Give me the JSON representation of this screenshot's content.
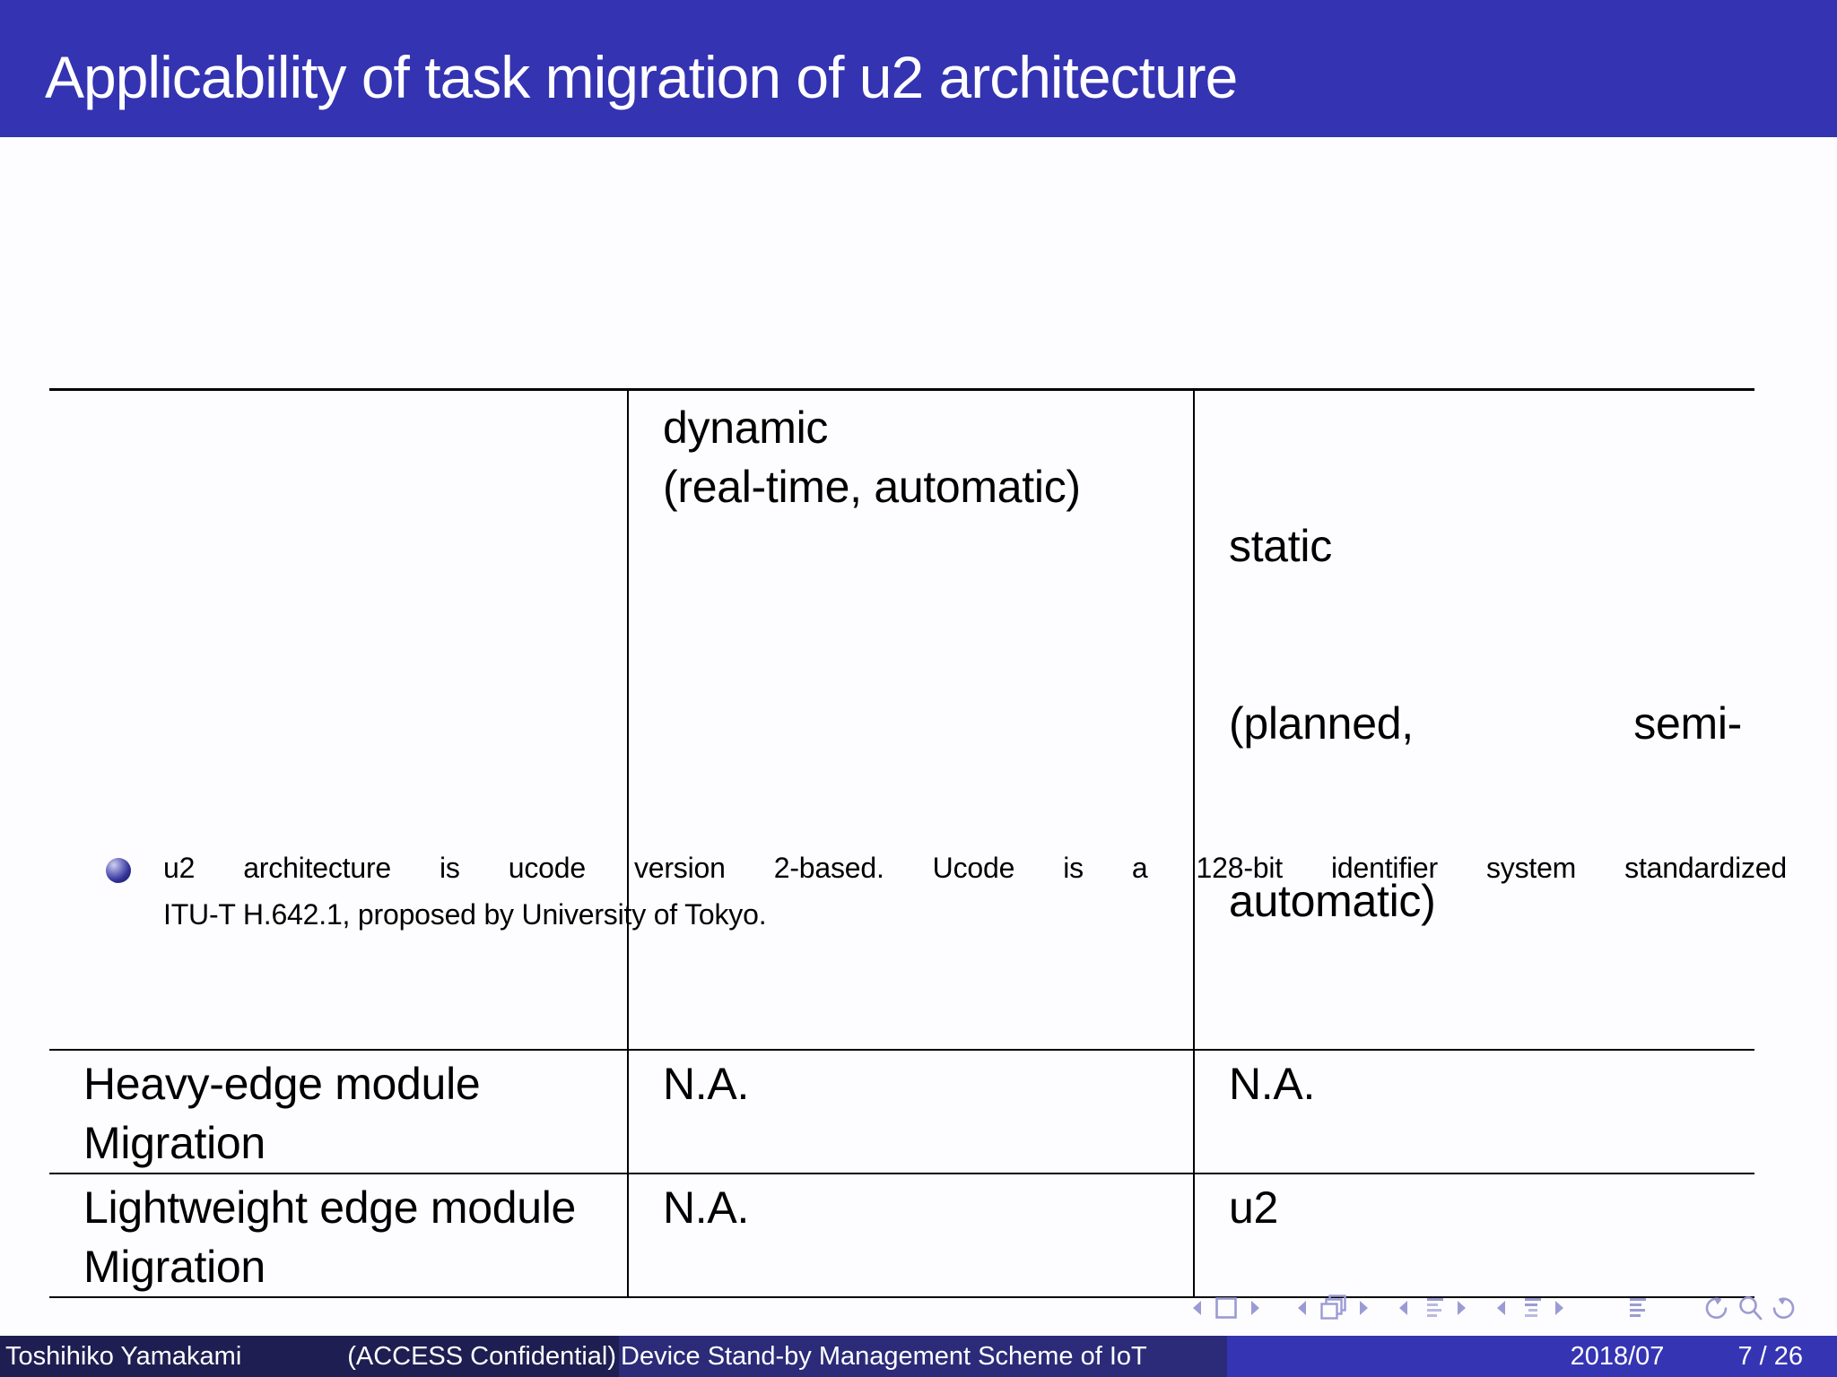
{
  "slide": {
    "title": "Applicability of task migration of u2 architecture"
  },
  "colors": {
    "header_bg": "#3433b2",
    "footer_author_bg": "#1e1e52",
    "footer_title_bg": "#2b2b79",
    "footer_date_bg": "#3534b3",
    "nav_icons": "#9b9bd4",
    "bullet_ball": "#32329a",
    "body_text": "#000000"
  },
  "table": {
    "headers": {
      "row_label": "",
      "dynamic": "dynamic\n(real-time, automatic)",
      "static": {
        "line1": "static",
        "line2_left": "(planned,",
        "line2_right": "semi-",
        "line3": "automatic)"
      }
    },
    "rows": [
      {
        "label": "Heavy-edge module\nMigration",
        "dynamic": "N.A.",
        "static": "N.A."
      },
      {
        "label": "Lightweight edge module\nMigration",
        "dynamic": "N.A.",
        "static": "u2"
      }
    ]
  },
  "bullet": {
    "line1": "u2 architecture is ucode version 2-based. Ucode is a 128-bit identifier system standardized",
    "line2": "ITU-T H.642.1, proposed by University of Tokyo."
  },
  "footer": {
    "author": "Toshihiko Yamakami",
    "institute": "(ACCESS Confidential)",
    "short_title": "Device Stand-by Management Scheme of IoT",
    "date": "2018/07",
    "page": "7 / 26"
  },
  "nav": {
    "symbols": [
      "prev-slide",
      "slide-square",
      "next-slide",
      "prev-frame",
      "frame-stack",
      "next-frame",
      "prev-subsection",
      "subsection-list",
      "next-subsection",
      "prev-section",
      "section-list",
      "next-section",
      "appendix-list",
      "undo-history",
      "search",
      "redo-history"
    ]
  }
}
